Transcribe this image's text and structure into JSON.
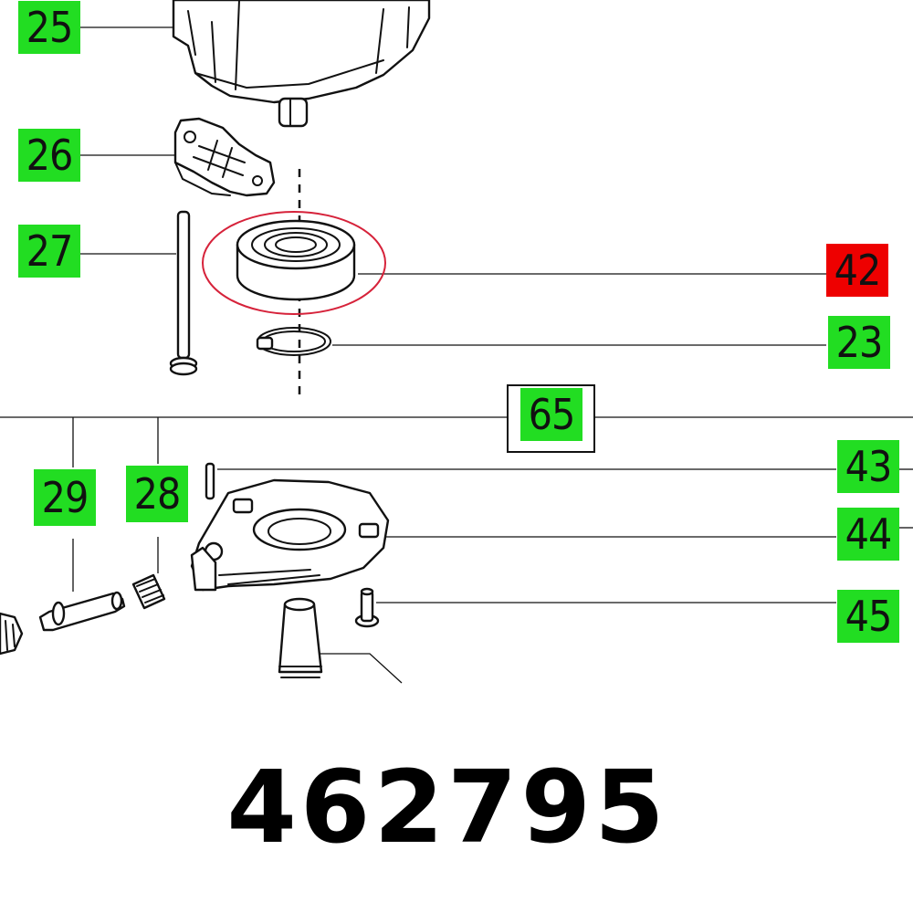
{
  "callouts": [
    {
      "id": "c25",
      "label": "25",
      "color": "#22dd22"
    },
    {
      "id": "c26",
      "label": "26",
      "color": "#22dd22"
    },
    {
      "id": "c27",
      "label": "27",
      "color": "#22dd22"
    },
    {
      "id": "c42",
      "label": "42",
      "color": "#ee0000",
      "highlighted": true
    },
    {
      "id": "c23",
      "label": "23",
      "color": "#22dd22"
    },
    {
      "id": "c65",
      "label": "65",
      "color": "#22dd22"
    },
    {
      "id": "c29",
      "label": "29",
      "color": "#22dd22"
    },
    {
      "id": "c28",
      "label": "28",
      "color": "#22dd22"
    },
    {
      "id": "c43",
      "label": "43",
      "color": "#22dd22"
    },
    {
      "id": "c44",
      "label": "44",
      "color": "#22dd22"
    },
    {
      "id": "c45",
      "label": "45",
      "color": "#22dd22"
    }
  ],
  "part_number": "462795",
  "colors": {
    "callout_green": "#22dd22",
    "callout_red": "#ee0000",
    "line": "#111111"
  }
}
